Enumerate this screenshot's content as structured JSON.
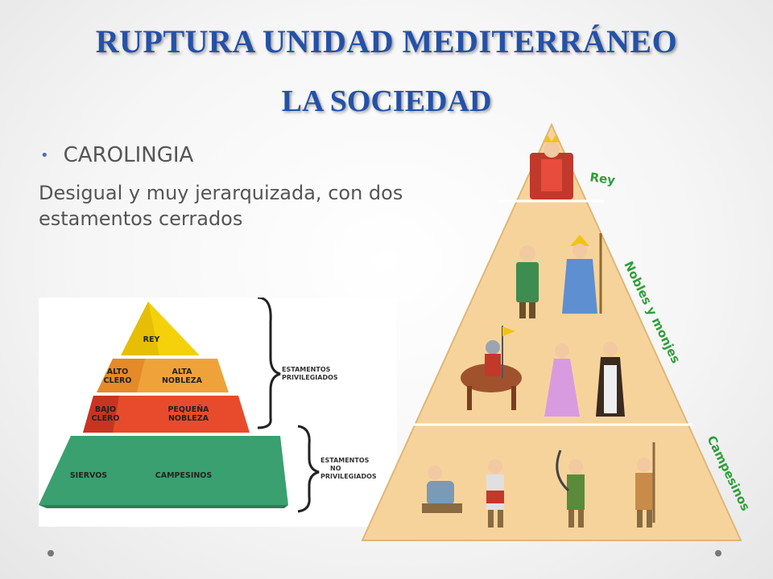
{
  "title": "RUPTURA UNIDAD MEDITERRÁNEO",
  "subtitle": "LA SOCIEDAD",
  "bullet": "CAROLINGIA",
  "description": "Desigual y muy jerarquizada, con dos estamentos cerrados",
  "left_pyramid": {
    "levels": [
      {
        "labels": [
          "REY"
        ]
      },
      {
        "labels": [
          "ALTO\nCLERO",
          "ALTA\nNOBLEZA"
        ]
      },
      {
        "labels": [
          "BAJO\nCLERO",
          "PEQUEÑA\nNOBLEZA"
        ]
      },
      {
        "labels": [
          "SIERVOS",
          "CAMPESINOS"
        ]
      }
    ],
    "brace_privileged": "ESTAMENTOS\nPRIVILEGIADOS",
    "brace_non_privileged": "ESTAMENTOS\nNO\nPRIVILEGIADOS",
    "colors": {
      "yellow": "#f4d10a",
      "orange": "#f0a23a",
      "red": "#e74b2c",
      "green": "#3aa070"
    }
  },
  "right_pyramid": {
    "labels": {
      "top": "Rey",
      "middle": "Nobles y monjes",
      "bottom": "Campesinos"
    },
    "label_color": "#2e9e3a",
    "fill_color": "#f7d39c"
  }
}
